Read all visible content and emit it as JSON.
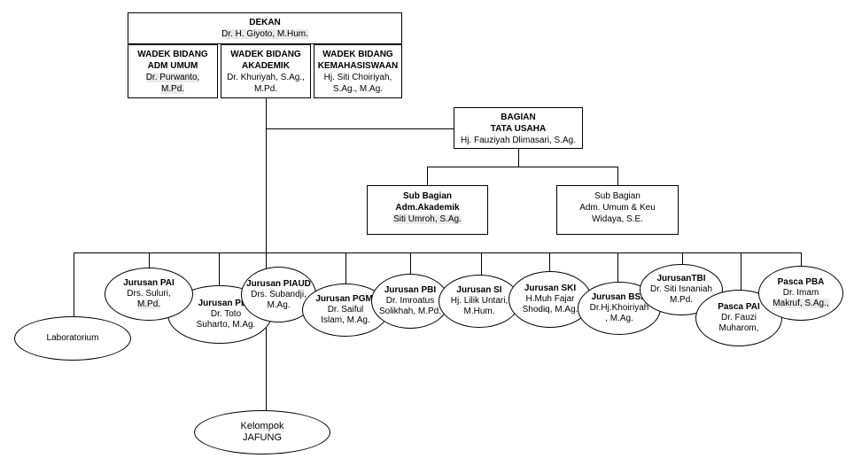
{
  "dekan": {
    "title": "DEKAN",
    "name": "Dr. H. Giyoto, M.Hum."
  },
  "wadek": [
    {
      "title1": "WADEK BIDANG",
      "title2": "ADM UMUM",
      "name1": "Dr. Purwanto,",
      "name2": "M.Pd."
    },
    {
      "title1": "WADEK BIDANG",
      "title2": "AKADEMIK",
      "name1": "Dr. Khuriyah, S.Ag.,",
      "name2": "M.Pd."
    },
    {
      "title1": "WADEK BIDANG",
      "title2": "KEMAHASISWAAN",
      "name1": "Hj. Siti Choiriyah,",
      "name2": "S.Ag., M.Ag."
    }
  ],
  "tata_usaha": {
    "title1": "BAGIAN",
    "title2": "TATA USAHA",
    "name": "Hj. Fauziyah Dlimasari, S.Ag."
  },
  "sub_bagian": [
    {
      "title1": "Sub Bagian",
      "title2": "Adm.Akademik",
      "name": "Siti Umroh, S.Ag."
    },
    {
      "title1": "Sub Bagian",
      "title2": "Adm. Umum & Keu",
      "name": "Widaya, S.E."
    }
  ],
  "units": {
    "laboratorium": "Laboratorium",
    "pai": {
      "title": "Jurusan PAI",
      "name1": "Drs. Suluri,",
      "name2": "M.Pd."
    },
    "pba": {
      "title": "Jurusan PBA",
      "name1": "Dr. Toto",
      "name2": "Suharto, M.Ag."
    },
    "piaud": {
      "title": "Jurusan PIAUD",
      "name1": "Drs. Subandji,",
      "name2": "M.Ag."
    },
    "pgmi": {
      "title": "Jurusan PGMI",
      "name1": "Dr. Saiful",
      "name2": "Islam, M.Ag."
    },
    "pbi": {
      "title": "Jurusan PBI",
      "name1": "Dr. Imroatus",
      "name2": "Solikhah, M.Pd."
    },
    "si": {
      "title": "Jurusan SI",
      "name1": "Hj. Lilik Untari,",
      "name2": "M.Hum."
    },
    "ski": {
      "title": "Jurusan SKI",
      "name1": "H.Muh Fajar",
      "name2": "Shodiq, M.Ag."
    },
    "bsa": {
      "title": "Jurusan BSA",
      "name1": "Dr.Hj.Khoiriyah",
      "name2": ", M.Ag."
    },
    "tbi": {
      "title": "JurusanTBI",
      "name1": "Dr. Siti Isnaniah",
      "name2": "M.Pd."
    },
    "pasca_pai": {
      "title": "Pasca PAI",
      "name1": "Dr. Fauzi",
      "name2": "Muharom,"
    },
    "pasca_pba": {
      "title": "Pasca PBA",
      "name1": "Dr. Imam",
      "name2": "Makruf, S.Ag.,"
    },
    "jafung": {
      "line1": "Kelompok",
      "line2": "JAFUNG"
    }
  }
}
